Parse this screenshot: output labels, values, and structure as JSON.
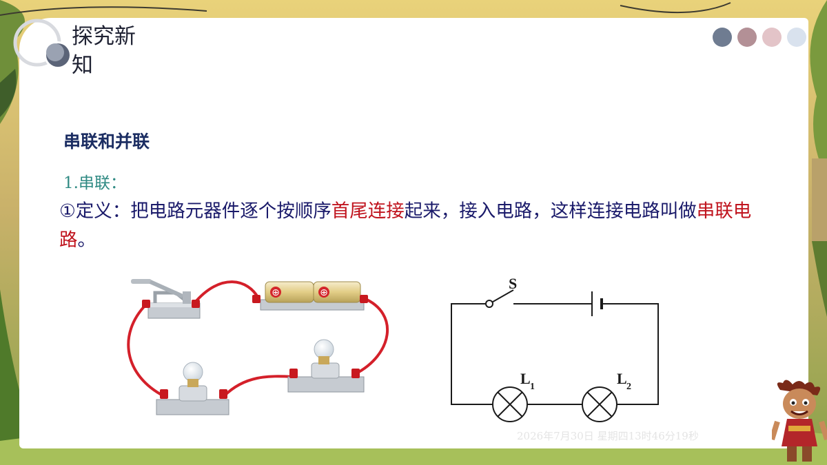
{
  "slide": {
    "title": "探究新知",
    "subtitle": "串联和并联",
    "section": "1.串联：",
    "definition": {
      "prefix": "①定义：",
      "part1": "把电路元器件逐个按顺序",
      "highlight1": "首尾连接",
      "part2": "起来，接入电路，这样连接电路叫做",
      "highlight2": "串联电路",
      "part3": "。"
    },
    "timestamp": "2026年7月30日 星期四13时46分19秒"
  },
  "schematic": {
    "switch_label": "S",
    "lamp1_label": "L",
    "lamp1_sub": "1",
    "lamp2_label": "L",
    "lamp2_sub": "2"
  },
  "illustration": {
    "battery_plus_1": "⊕",
    "battery_plus_2": "⊕"
  },
  "colors": {
    "accent_red": "#c0141e",
    "title_navy": "#1b2d62",
    "section_teal": "#2f8a83",
    "dots": [
      "#6f7c91",
      "#b39096",
      "#e3c4c8",
      "#d9e2ee"
    ]
  }
}
